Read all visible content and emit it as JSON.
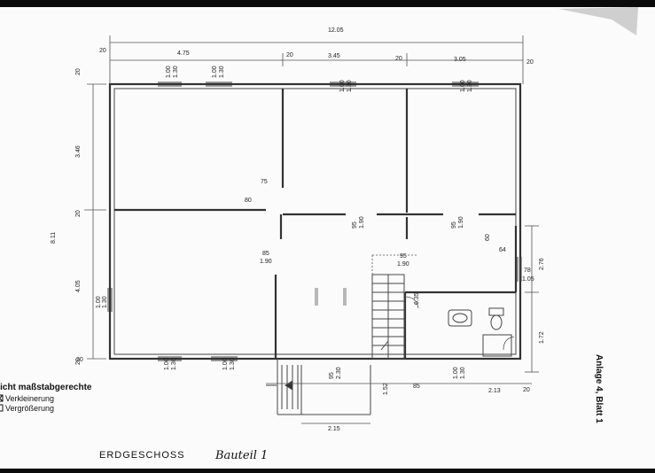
{
  "plan": {
    "overall_width": "12.05",
    "top_segments": [
      "4.75",
      "3.45",
      "3.05"
    ],
    "wall_20": "20",
    "height_total": "8.11",
    "left_dims": [
      "3.46",
      "4.05"
    ],
    "right_dims": [
      "2.76",
      "1.72"
    ],
    "opening_100_130": [
      "1.00",
      "1.30"
    ],
    "opening_95_190": [
      "95",
      "1.90"
    ],
    "opening_85_190": [
      "85",
      "1.90"
    ],
    "opening_95_230": [
      "95",
      "2.30"
    ],
    "n80": "80",
    "n75": "75",
    "n60": "60",
    "n64": "64",
    "n78": "78",
    "n105": "1.05",
    "n635": "6.35",
    "n152": "1.52",
    "n85": "85",
    "n213": "2.13",
    "n215": "2.15"
  },
  "legend": {
    "title": "nicht maßstabgerechte",
    "checked": "Verkleinerung",
    "unchecked": "Vergrößerung"
  },
  "titles": {
    "floor": "ERDGESCHOSS",
    "handwritten": "Bauteil 1",
    "side": "Anlage 4, Blatt 1"
  }
}
